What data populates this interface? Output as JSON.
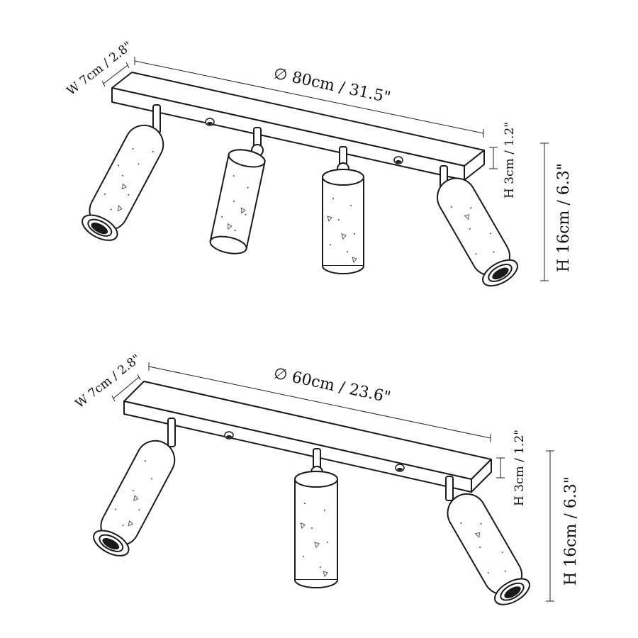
{
  "fixtures": [
    {
      "name": "4-spot bar",
      "length_label": "∅ 80cm / 31.5\"",
      "width_label": "W 7cm / 2.8\"",
      "bar_height_label": "H 3cm / 1.2\"",
      "total_height_label": "H 16cm / 6.3\"",
      "spot_count": 4
    },
    {
      "name": "3-spot bar",
      "length_label": "∅ 60cm / 23.6\"",
      "width_label": "W 7cm / 2.8\"",
      "bar_height_label": "H 3cm / 1.2\"",
      "total_height_label": "H 16cm / 6.3\"",
      "spot_count": 3
    }
  ],
  "colors": {
    "line": "#1a1a1a",
    "fill": "#ffffff",
    "text": "#111111"
  }
}
